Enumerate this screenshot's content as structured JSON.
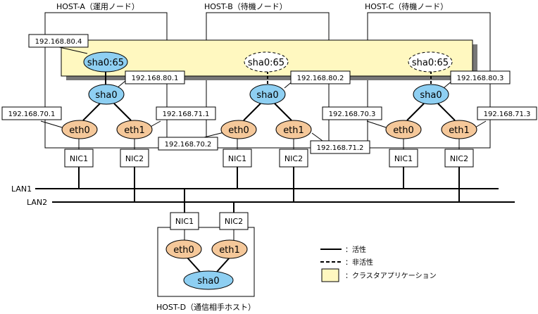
{
  "hosts": {
    "a": "HOST-A（運用ノード）",
    "b": "HOST-B（待機ノード）",
    "c": "HOST-C（待機ノード）",
    "d": "HOST-D（通信相手ホスト）"
  },
  "ips": {
    "a_virtual": "192.168.80.4",
    "a_sha0": "192.168.80.1",
    "b_sha0": "192.168.80.2",
    "c_sha0": "192.168.80.3",
    "a_eth0": "192.168.70.1",
    "a_eth1": "192.168.71.1",
    "b_eth0": "192.168.70.2",
    "b_eth1": "192.168.71.2",
    "c_eth0": "192.168.70.3",
    "c_eth1": "192.168.71.3"
  },
  "interfaces": {
    "sha0_65": "sha0:65",
    "sha0": "sha0",
    "eth0": "eth0",
    "eth1": "eth1",
    "nic1": "NIC1",
    "nic2": "NIC2"
  },
  "lans": {
    "lan1": "LAN1",
    "lan2": "LAN2"
  },
  "legend": {
    "active": "：活性",
    "inactive": "：非活性",
    "cluster_app": "：クラスタアプリケーション"
  },
  "colors": {
    "cluster_app": "#FFF8C0",
    "sha": "#8ECFF2",
    "eth": "#F5C89A",
    "shadow": "#777777"
  }
}
